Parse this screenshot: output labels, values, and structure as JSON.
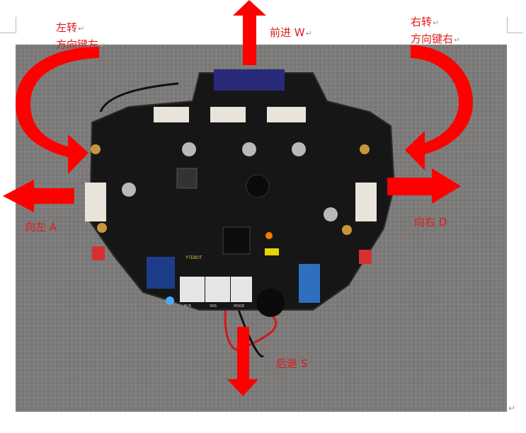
{
  "labels": {
    "turn_left": "左转",
    "turn_left_key": "方向键左",
    "forward": "前进 W",
    "turn_right": "右转",
    "turn_right_key": "方向键右",
    "left": "向左 A",
    "right": "向右 D",
    "backward": "后退 S"
  },
  "board": {
    "logo_text": "YTEBOT",
    "switch_labels": [
      "PCB",
      "SNS",
      "MODE"
    ]
  },
  "marks": {
    "para_mark": "↵"
  },
  "colors": {
    "arrow_red": "#ff0000",
    "label_red": "#e01a1a",
    "carpet": "#7d7b7a",
    "board": "#161616"
  }
}
